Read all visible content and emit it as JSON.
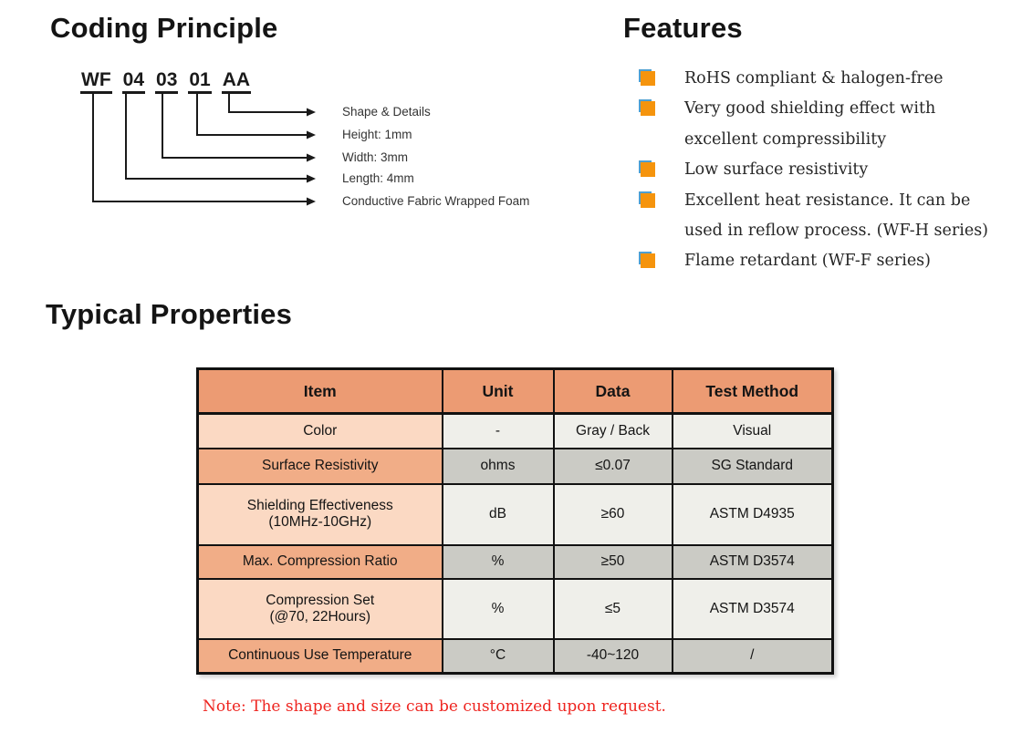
{
  "coding_principle": {
    "title": "Coding Principle",
    "code_segments": [
      "WF",
      "04",
      "03",
      "01",
      "AA"
    ],
    "labels": [
      "Shape & Details",
      "Height: 1mm",
      "Width: 3mm",
      "Length: 4mm",
      "Conductive Fabric Wrapped Foam"
    ]
  },
  "features": {
    "title": "Features",
    "items": [
      "RoHS compliant & halogen-free",
      "Very good shielding effect with\nexcellent compressibility",
      "Low surface resistivity",
      "Excellent heat resistance. It can be\nused in reflow process. (WF-H series)",
      "Flame retardant (WF-F series)"
    ]
  },
  "typical_properties": {
    "title": "Typical Properties",
    "table": {
      "headers": [
        "Item",
        "Unit",
        "Data",
        "Test Method"
      ],
      "rows": [
        [
          "Color",
          "-",
          "Gray / Back",
          "Visual"
        ],
        [
          "Surface Resistivity",
          "ohms",
          "≤0.07",
          "SG Standard"
        ],
        [
          "Shielding Effectiveness\n(10MHz-10GHz)",
          "dB",
          "≥60",
          "ASTM D4935"
        ],
        [
          "Max. Compression Ratio",
          "%",
          "≥50",
          "ASTM D3574"
        ],
        [
          "Compression Set\n(@70, 22Hours)",
          "%",
          "≤5",
          "ASTM D3574"
        ],
        [
          "Continuous Use Temperature",
          "°C",
          "-40~120",
          "/"
        ]
      ]
    },
    "note": "Note: The shape and size can be customized upon request."
  },
  "colors": {
    "table_header": "#ec9b73",
    "item_row_dark": "#f1ad87",
    "item_row_light": "#fbd9c3",
    "gray_row_light": "#efefea",
    "gray_row_dark": "#cbcbc5",
    "bullet_orange": "#f5940d",
    "bullet_blue": "#4e9fd1",
    "note_red": "#ee2520"
  }
}
